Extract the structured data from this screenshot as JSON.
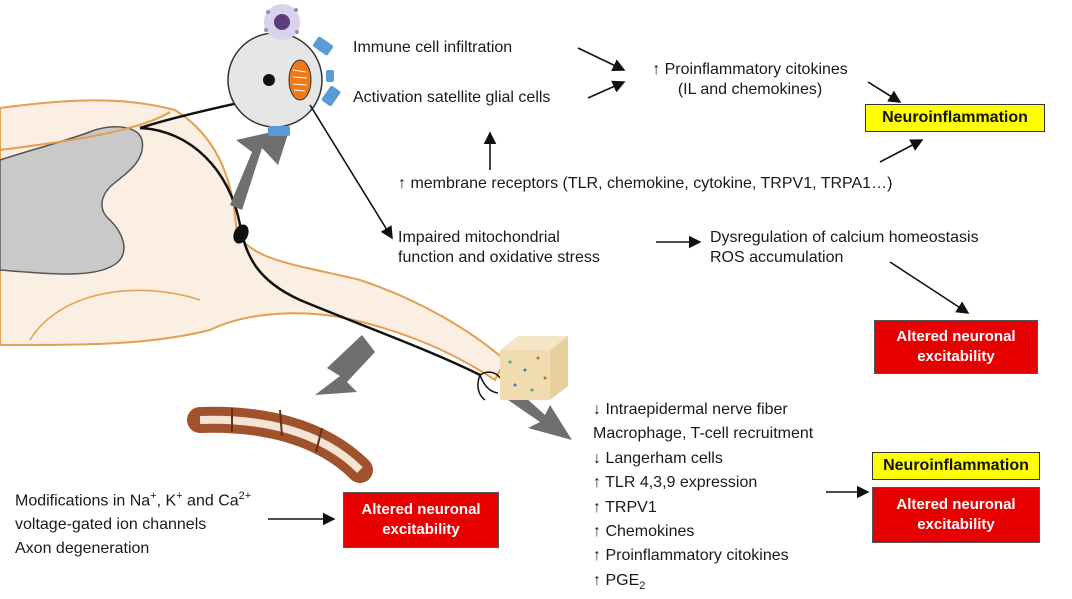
{
  "colors": {
    "neuroinflammation_box": "#ffff00",
    "excitability_box": "#e60000",
    "arrow_grey": "#6f6f6f",
    "spinal_fill": "#fbeee2",
    "spinal_outline": "#e2a050",
    "grey_matter": "#c9c9c9",
    "glial_cell": "#5b9bd5",
    "mitochondrion": "#f07a1a",
    "myelin": "#a0522d"
  },
  "icons": {
    "immune_cell": "immune-cell-icon",
    "neuron_soma": "neuron-soma-icon",
    "skin_block": "skin-tissue-icon",
    "myelinated_axon": "myelinated-axon-icon"
  },
  "top": {
    "immune": "Immune cell infiltration",
    "glial": "Activation satellite glial cells",
    "cytokines_line1": "↑ Proinflammatory citokines",
    "cytokines_line2": "(IL and chemokines)",
    "neuroinflammation": "Neuroinflammation",
    "receptors": "↑ membrane receptors (TLR, chemokine, cytokine, TRPV1, TRPA1…)"
  },
  "middle": {
    "mito_line1": "Impaired mitochondrial",
    "mito_line2": "function and oxidative stress",
    "calcium_line1": "Dysregulation of calcium homeostasis",
    "calcium_line2": "ROS accumulation",
    "excitability_line1": "Altered neuronal",
    "excitability_line2": "excitability"
  },
  "skin": {
    "items": [
      "↓ Intraepidermal nerve fiber",
      "Macrophage, T-cell recruitment",
      "↓ Langerham cells",
      "↑ TLR 4,3,9 expression",
      "↑ TRPV1",
      "↑ Chemokines",
      "↑ Proinflammatory citokines",
      "↑ PGE",
      "2"
    ],
    "neuroinflammation": "Neuroinflammation",
    "excitability_line1": "Altered neuronal",
    "excitability_line2": "excitability"
  },
  "axon": {
    "line1_a": "Modifications in Na",
    "line1_b": "+",
    "line1_c": ", K",
    "line1_d": "+",
    "line1_e": " and Ca",
    "line1_f": "2+",
    "line2": "voltage-gated ion channels",
    "line3": "Axon degeneration",
    "excitability_line1": "Altered neuronal",
    "excitability_line2": "excitability"
  }
}
